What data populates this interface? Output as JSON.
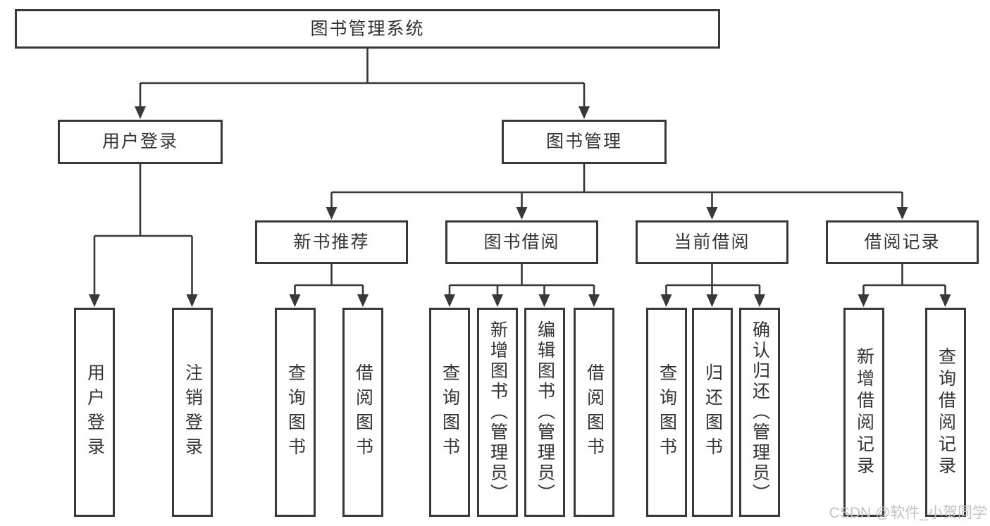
{
  "nodes": {
    "root": "图书管理系统",
    "level2": [
      "用户登录",
      "图书管理"
    ],
    "level3": [
      "新书推荐",
      "图书借阅",
      "当前借阅",
      "借阅记录"
    ],
    "leaves": [
      "用户登录",
      "注销登录",
      "查询图书",
      "借阅图书",
      "查询图书",
      "新增图书（管理员）",
      "编辑图书（管理员）",
      "借阅图书",
      "查询图书",
      "归还图书",
      "确认归还（管理员）",
      "新增借阅记录",
      "查询借阅记录"
    ]
  },
  "watermark": {
    "text": "CSDN @软件_小贺同学"
  },
  "colors": {
    "line": "#383838",
    "text": "#333333",
    "watermark": "#c2c2c2",
    "background": "#ffffff"
  }
}
